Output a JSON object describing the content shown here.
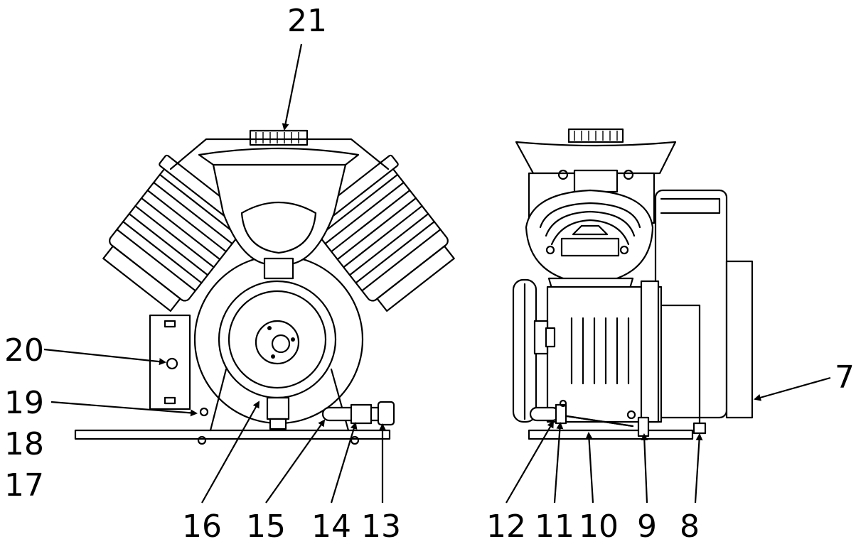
{
  "callouts": [
    {
      "id": "21",
      "text": "21"
    },
    {
      "id": "20",
      "text": "20"
    },
    {
      "id": "19",
      "text": "19"
    },
    {
      "id": "18",
      "text": "18"
    },
    {
      "id": "17",
      "text": "17"
    },
    {
      "id": "16",
      "text": "16"
    },
    {
      "id": "15",
      "text": "15"
    },
    {
      "id": "14",
      "text": "14"
    },
    {
      "id": "13",
      "text": "13"
    },
    {
      "id": "12",
      "text": "12"
    },
    {
      "id": "11",
      "text": "11"
    },
    {
      "id": "10",
      "text": "10"
    },
    {
      "id": "9",
      "text": "9"
    },
    {
      "id": "8",
      "text": "8"
    },
    {
      "id": "7",
      "text": "7"
    }
  ]
}
